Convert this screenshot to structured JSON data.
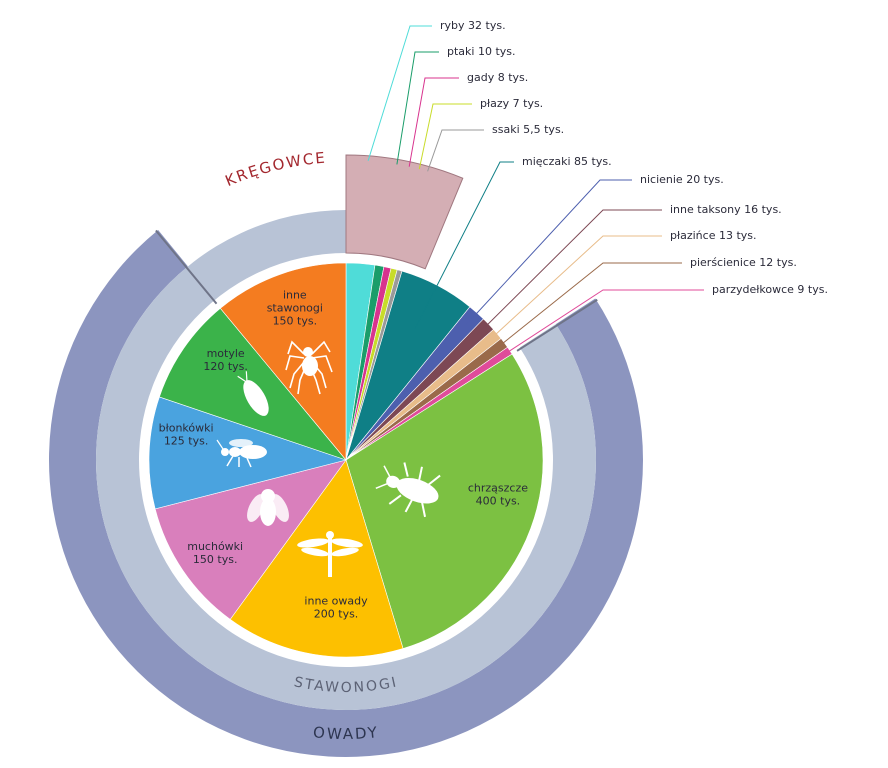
{
  "chart_data": {
    "type": "pie",
    "unit": "tys.",
    "groups": {
      "vertebrates": "KRĘGOWCE",
      "arthropods": "STAWONOGI",
      "insects": "OWADY"
    },
    "slices": [
      {
        "key": "ryby",
        "label": "ryby  32 tys.",
        "value": 32,
        "color": "#4fdcd8",
        "group": "vertebrates",
        "callout": true
      },
      {
        "key": "ptaki",
        "label": "ptaki 10 tys.",
        "value": 10,
        "color": "#1a9d6a",
        "group": "vertebrates",
        "callout": true
      },
      {
        "key": "gady",
        "label": "gady 8 tys.",
        "value": 8,
        "color": "#d8338e",
        "group": "vertebrates",
        "callout": true
      },
      {
        "key": "plazy",
        "label": "płazy 7 tys.",
        "value": 7,
        "color": "#c8dc2a",
        "group": "vertebrates",
        "callout": true
      },
      {
        "key": "ssaki",
        "label": "ssaki 5,5 tys.",
        "value": 5.5,
        "color": "#9a9a9a",
        "group": "vertebrates",
        "callout": true
      },
      {
        "key": "mieczaki",
        "label": "mięczaki 85 tys.",
        "value": 85,
        "color": "#0f7f86",
        "group": "other",
        "callout": true
      },
      {
        "key": "nicienie",
        "label": "nicienie 20 tys.",
        "value": 20,
        "color": "#4d5fae",
        "group": "other",
        "callout": true
      },
      {
        "key": "inne_taksony",
        "label": "inne taksony 16 tys.",
        "value": 16,
        "color": "#7d4854",
        "group": "other",
        "callout": true
      },
      {
        "key": "plazince",
        "label": "płazińce 13 tys.",
        "value": 13,
        "color": "#e8bc8a",
        "group": "other",
        "callout": true
      },
      {
        "key": "pierscienice",
        "label": "pierścienice 12 tys.",
        "value": 12,
        "color": "#9a6a4a",
        "group": "other",
        "callout": true
      },
      {
        "key": "parzydelkowce",
        "label": "parzydełkowce 9 tys.",
        "value": 9,
        "color": "#e04b9a",
        "group": "other",
        "callout": true
      },
      {
        "key": "chrzaszcze",
        "lines": [
          "chrząszcze",
          "400 tys."
        ],
        "value": 400,
        "color": "#7cc142",
        "group": "insects",
        "callout": false
      },
      {
        "key": "inne_owady",
        "lines": [
          "inne owady",
          "200 tys."
        ],
        "value": 200,
        "color": "#fdc000",
        "group": "insects",
        "callout": false
      },
      {
        "key": "muchowki",
        "lines": [
          "muchówki",
          "150 tys."
        ],
        "value": 150,
        "color": "#d97fbc",
        "group": "insects",
        "callout": false
      },
      {
        "key": "blonkowki",
        "lines": [
          "błonkówki",
          "125 tys."
        ],
        "value": 125,
        "color": "#4aa3df",
        "group": "insects",
        "callout": false
      },
      {
        "key": "motyle",
        "lines": [
          "motyle",
          "120 tys."
        ],
        "value": 120,
        "color": "#3bb34a",
        "group": "insects",
        "callout": false
      },
      {
        "key": "inne_stawonogi",
        "lines": [
          "inne",
          "stawonogi",
          "150 tys."
        ],
        "value": 150,
        "color": "#f47c20",
        "group": "arthropods",
        "callout": false
      }
    ]
  }
}
